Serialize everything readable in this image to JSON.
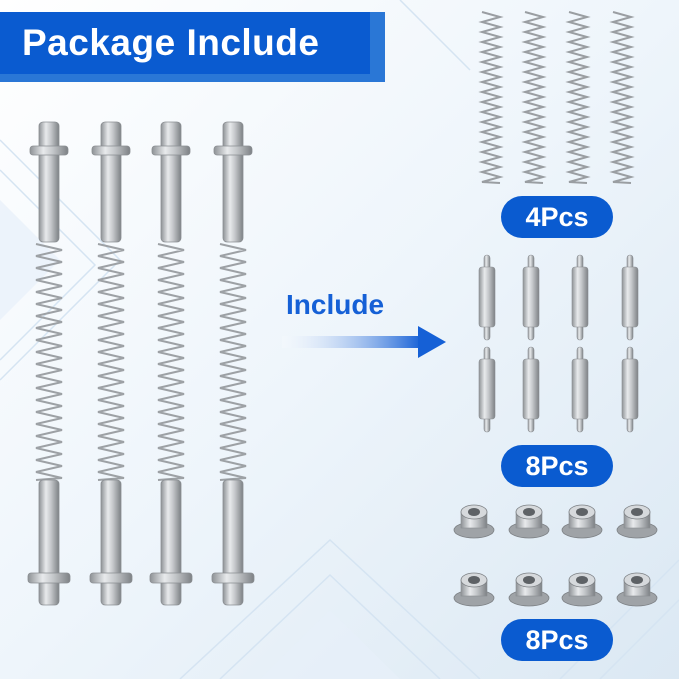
{
  "header": {
    "title": "Package Include"
  },
  "include_label": "Include",
  "quantities": {
    "springs": "4Pcs",
    "pins": "8Pcs",
    "bushings": "8Pcs"
  },
  "icons": [
    "spring-rod-assembly",
    "compression-spring",
    "pin",
    "flanged-bushing",
    "arrow-right-icon"
  ],
  "colors": {
    "brand_blue": "#0a5bd0",
    "light_blue": "#2a77d6",
    "steel": "#b8bcc0"
  }
}
